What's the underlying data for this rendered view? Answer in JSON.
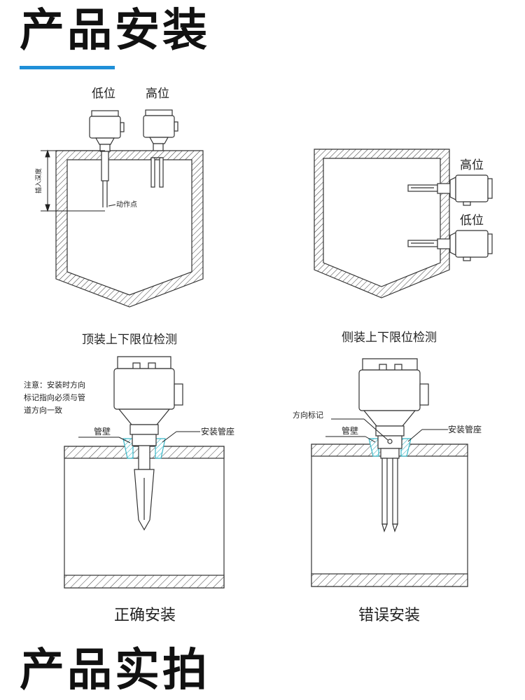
{
  "section_title": "产品安装",
  "section_title_2": "产品实拍",
  "colors": {
    "accent": "#1f8fd8",
    "mount_highlight": "#3ab7c7",
    "line": "#222222"
  },
  "top_mount": {
    "low_label": "低位",
    "high_label": "高位",
    "depth_label": "插入深度",
    "action_point_label": "动作点",
    "caption": "顶装上下限位检测"
  },
  "side_mount": {
    "high_label": "高位",
    "low_label": "低位",
    "caption": "侧装上下限位检测"
  },
  "correct_install": {
    "note_lines": [
      "注意：安装时方向",
      "标记指向必须与管",
      "道方向一致"
    ],
    "pipe_wall_label": "管壁",
    "mount_seat_label": "安装管座",
    "caption": "正确安装"
  },
  "wrong_install": {
    "direction_mark_label": "方向标记",
    "pipe_wall_label": "管壁",
    "mount_seat_label": "安装管座",
    "caption": "错误安装"
  }
}
